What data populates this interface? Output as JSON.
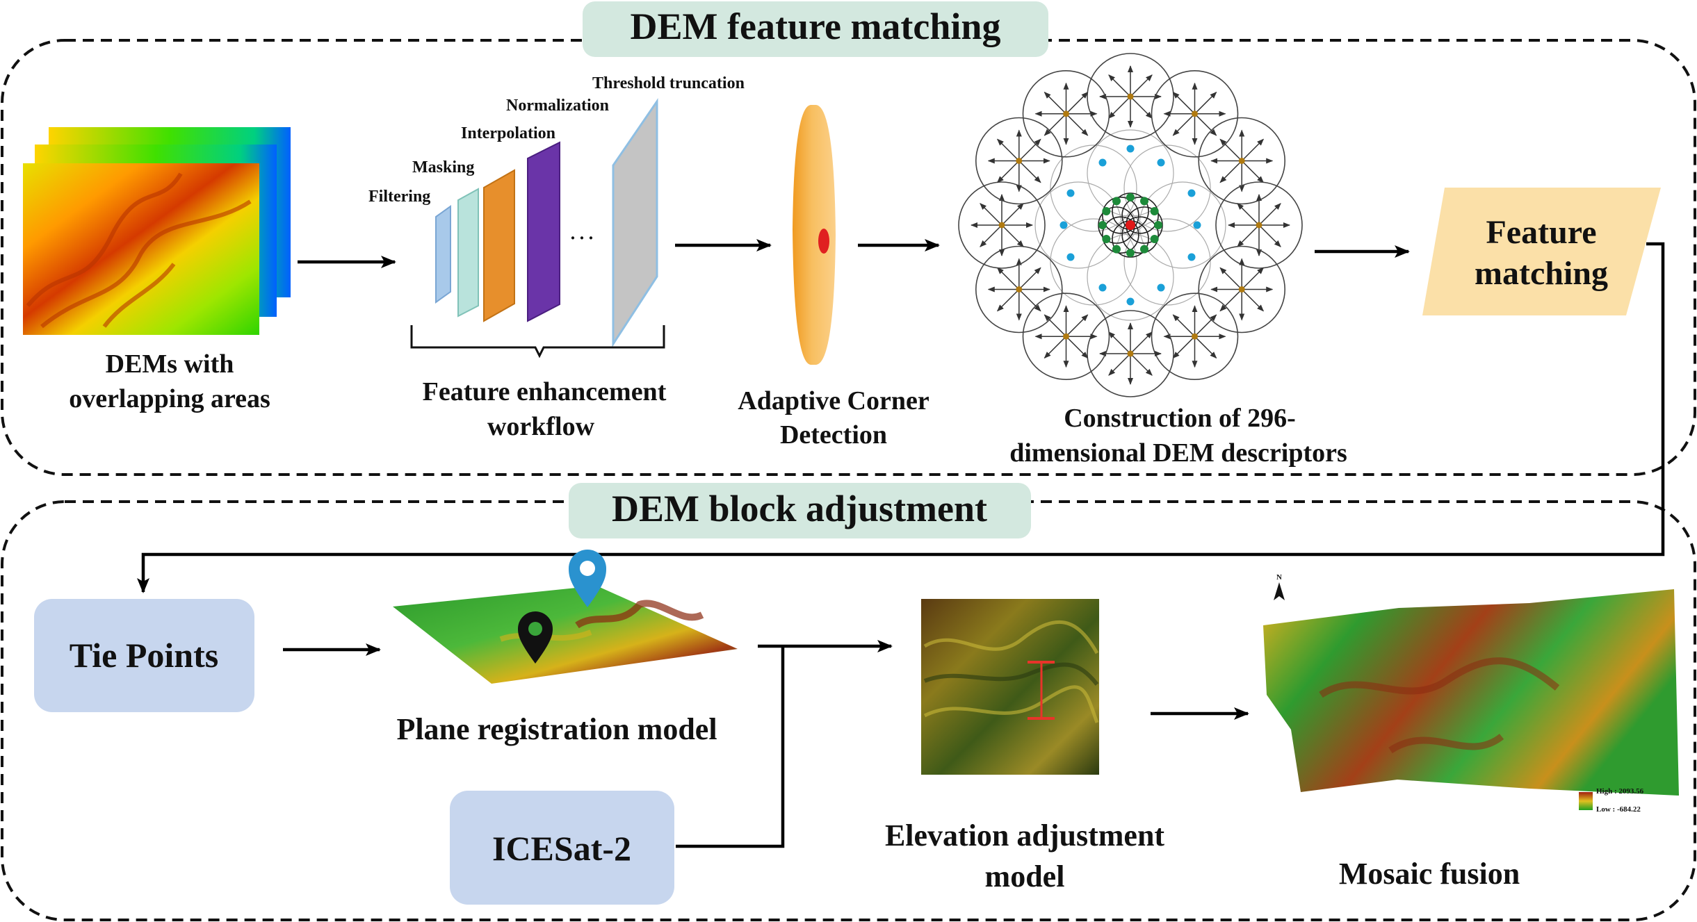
{
  "sections": {
    "top_title": "DEM feature matching",
    "bottom_title": "DEM block adjustment"
  },
  "top": {
    "dems_caption": [
      "DEMs with",
      "overlapping areas"
    ],
    "steps": [
      "Filtering",
      "Masking",
      "Interpolation",
      "Normalization",
      "Threshold truncation"
    ],
    "ellipsis": "∙ ∙ ∙",
    "workflow_caption": [
      "Feature enhancement",
      "workflow"
    ],
    "corner_caption": [
      "Adaptive Corner",
      "Detection"
    ],
    "descriptor_caption": [
      "Construction of 296-",
      "dimensional DEM descriptors"
    ],
    "matching_label": [
      "Feature",
      "matching"
    ]
  },
  "bottom": {
    "tie_points": "Tie Points",
    "icesat": "ICESat-2",
    "plane_caption": "Plane registration model",
    "elevation_caption": [
      "Elevation adjustment",
      "model"
    ],
    "mosaic_caption": "Mosaic fusion",
    "north": "N",
    "legend_high": "High : 2093.56",
    "legend_low": "Low : -684.22"
  },
  "colors": {
    "title_box": "#d3e8df",
    "tie_box": "#c7d6ee",
    "matching_box": "#fbe0a8",
    "lens": "#f6b04a",
    "layer_blue": "#a8c9ea",
    "layer_teal": "#b9e3dc",
    "layer_orange": "#e78f2c",
    "layer_purple": "#6a34a8",
    "layer_gray": "#c4c4c4"
  }
}
